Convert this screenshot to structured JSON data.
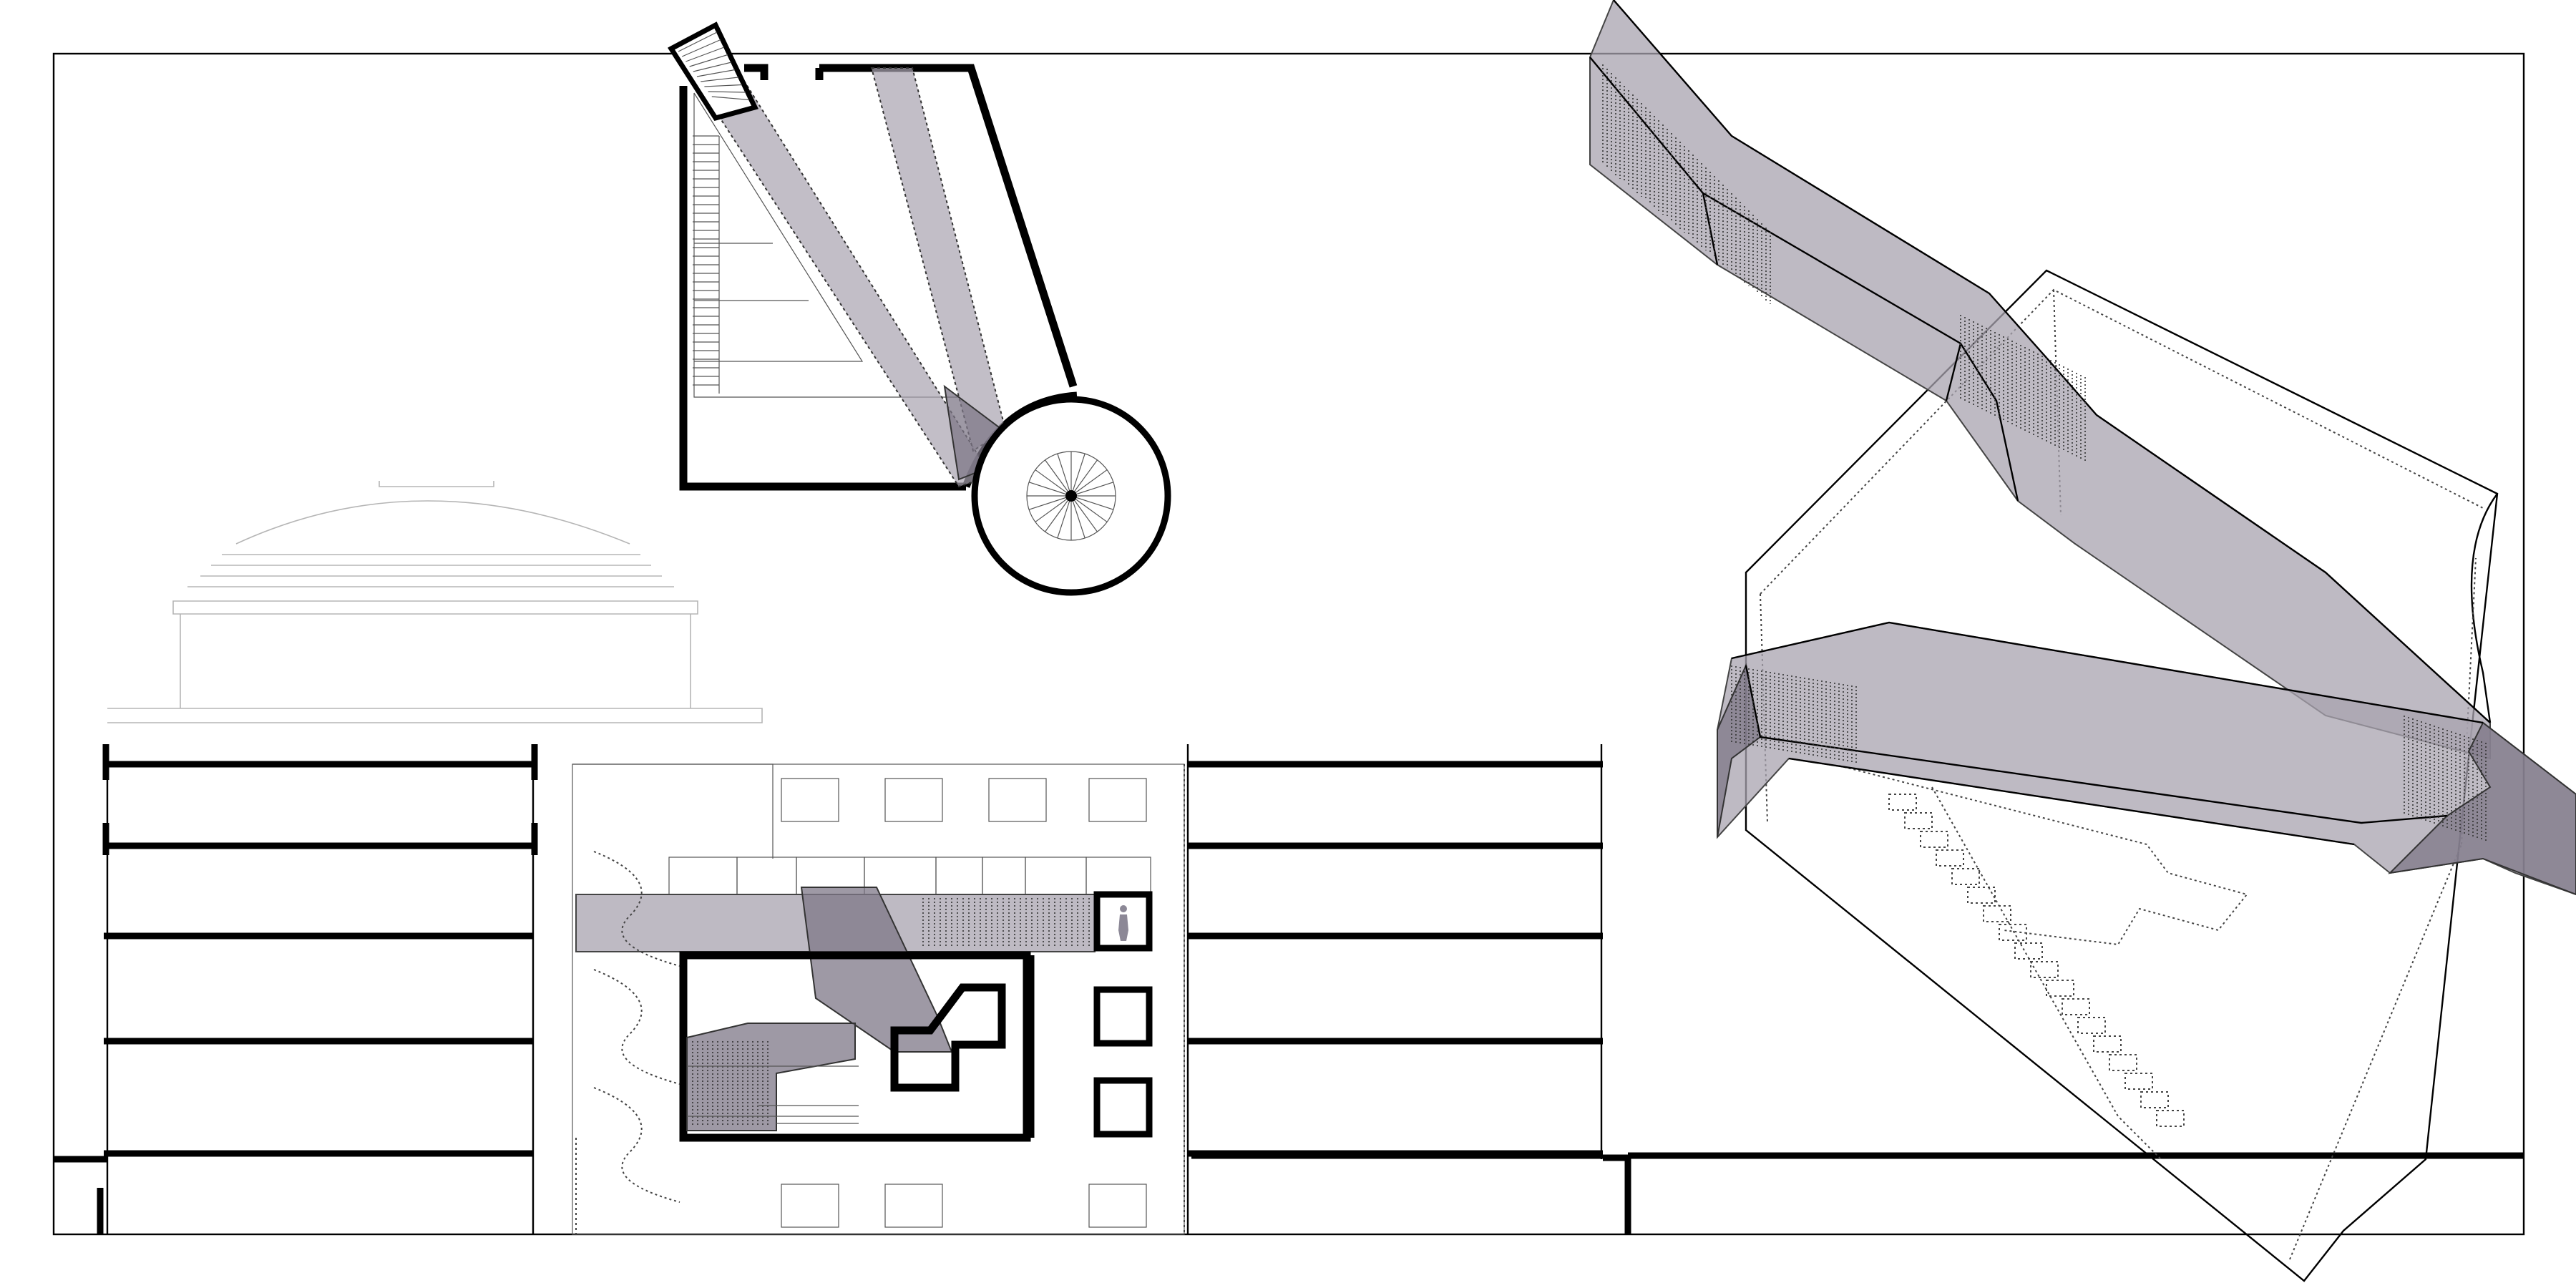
{
  "drawing": {
    "views": [
      "plan",
      "section",
      "axonometric"
    ],
    "colors": {
      "line": "#000000",
      "translucent_fill": "#a8a3af",
      "translucent_fill_dark": "#7d7787",
      "faint_line": "#b5b5b5",
      "background": "#ffffff"
    },
    "icons": [
      "stair-icon",
      "spiral-stair-icon",
      "human-figure-icon",
      "dome-icon"
    ]
  }
}
